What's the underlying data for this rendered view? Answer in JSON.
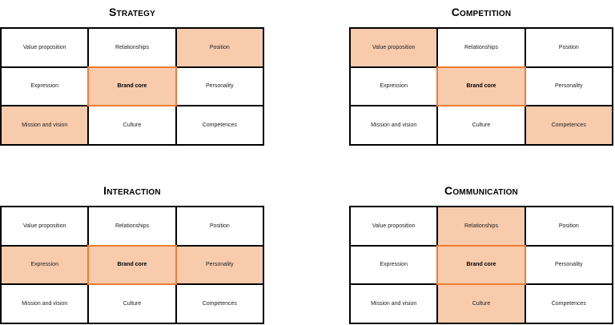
{
  "colors": {
    "highlight": "#f8cbad",
    "core_border": "#ed7d31",
    "grid_border": "#000000"
  },
  "panels": [
    {
      "title": "Strategy",
      "cells": [
        {
          "label": "Value proposition",
          "state": "normal"
        },
        {
          "label": "Relationships",
          "state": "normal"
        },
        {
          "label": "Position",
          "state": "highlight"
        },
        {
          "label": "Expression",
          "state": "normal"
        },
        {
          "label": "Brand core",
          "state": "core"
        },
        {
          "label": "Personality",
          "state": "normal"
        },
        {
          "label": "Mission and vision",
          "state": "highlight"
        },
        {
          "label": "Culture",
          "state": "normal"
        },
        {
          "label": "Competences",
          "state": "normal"
        }
      ]
    },
    {
      "title": "Competition",
      "cells": [
        {
          "label": "Value proposition",
          "state": "highlight"
        },
        {
          "label": "Relationships",
          "state": "normal"
        },
        {
          "label": "Position",
          "state": "normal"
        },
        {
          "label": "Expression",
          "state": "normal"
        },
        {
          "label": "Brand core",
          "state": "core"
        },
        {
          "label": "Personality",
          "state": "normal"
        },
        {
          "label": "Mission and vision",
          "state": "normal"
        },
        {
          "label": "Culture",
          "state": "normal"
        },
        {
          "label": "Competences",
          "state": "highlight"
        }
      ]
    },
    {
      "title": "Interaction",
      "cells": [
        {
          "label": "Value proposition",
          "state": "normal"
        },
        {
          "label": "Relationships",
          "state": "normal"
        },
        {
          "label": "Position",
          "state": "normal"
        },
        {
          "label": "Expression",
          "state": "highlight"
        },
        {
          "label": "Brand core",
          "state": "core"
        },
        {
          "label": "Personality",
          "state": "highlight"
        },
        {
          "label": "Mission and vision",
          "state": "normal"
        },
        {
          "label": "Culture",
          "state": "normal"
        },
        {
          "label": "Competences",
          "state": "normal"
        }
      ]
    },
    {
      "title": "Communication",
      "cells": [
        {
          "label": "Value proposition",
          "state": "normal"
        },
        {
          "label": "Relationships",
          "state": "highlight"
        },
        {
          "label": "Position",
          "state": "normal"
        },
        {
          "label": "Expression",
          "state": "normal"
        },
        {
          "label": "Brand core",
          "state": "core"
        },
        {
          "label": "Personality",
          "state": "normal"
        },
        {
          "label": "Mission and vision",
          "state": "normal"
        },
        {
          "label": "Culture",
          "state": "highlight"
        },
        {
          "label": "Competences",
          "state": "normal"
        }
      ]
    }
  ]
}
